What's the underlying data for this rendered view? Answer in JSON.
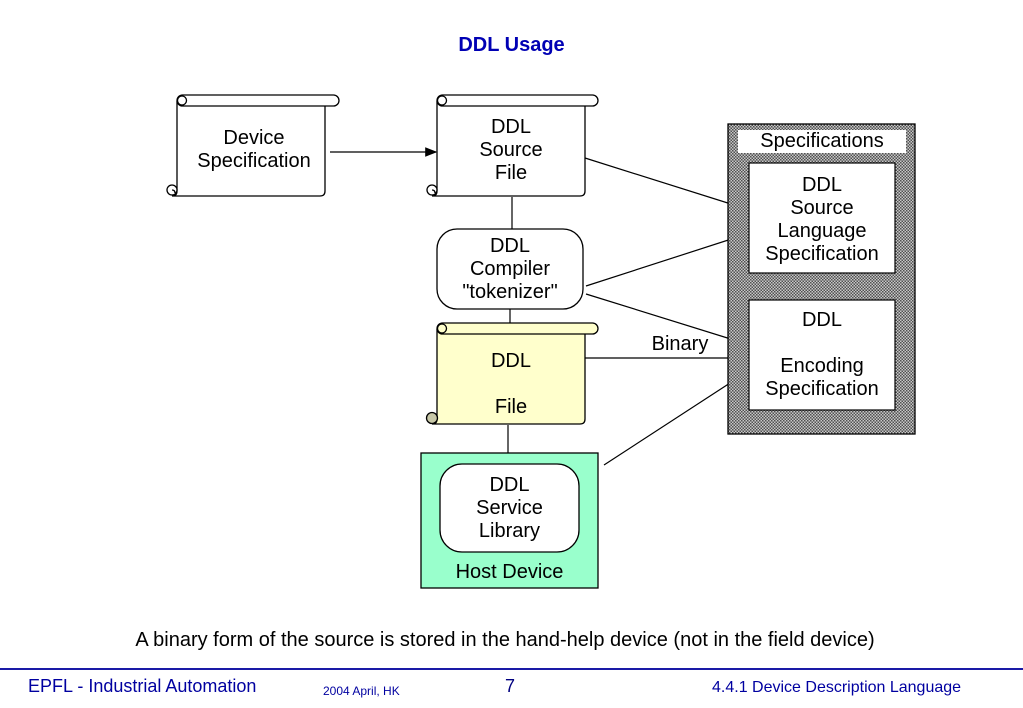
{
  "slide": {
    "title": "DDL Usage",
    "caption": "A binary form of the source is stored in the hand-help device (not in the field device)"
  },
  "diagram": {
    "nodes": {
      "device_spec": {
        "shape": "scroll",
        "lines": [
          "Device",
          "Specification"
        ]
      },
      "source_file": {
        "shape": "scroll",
        "lines": [
          "DDL",
          "Source",
          "File"
        ]
      },
      "compiler": {
        "shape": "rounded-rect",
        "lines": [
          "DDL",
          "Compiler",
          "\"tokenizer\""
        ]
      },
      "ddl_file": {
        "shape": "scroll",
        "lines": [
          "DDL",
          "",
          "File"
        ],
        "fill": "#ffffcc"
      },
      "host_device": {
        "label": "Host Device",
        "fill": "#99ffcc"
      },
      "service_library": {
        "shape": "rounded-rect",
        "lines": [
          "DDL",
          "Service",
          "Library"
        ]
      },
      "specifications": {
        "label": "Specifications",
        "pattern": "checkered-gray"
      },
      "source_lang_spec": {
        "lines": [
          "DDL",
          "Source",
          "Language",
          "Specification"
        ]
      },
      "encoding_spec": {
        "lines": [
          "DDL",
          "",
          "Encoding",
          "Specification"
        ]
      }
    },
    "edges": [
      {
        "from": "device_spec",
        "to": "source_file",
        "arrow": true
      },
      {
        "from": "source_file",
        "to": "compiler"
      },
      {
        "from": "compiler",
        "to": "ddl_file"
      },
      {
        "from": "ddl_file",
        "to": "host_device"
      },
      {
        "from": "source_file",
        "to": "source_lang_spec"
      },
      {
        "from": "compiler",
        "to": "source_lang_spec"
      },
      {
        "from": "compiler",
        "to": "encoding_spec"
      },
      {
        "from": "ddl_file",
        "to": "encoding_spec",
        "label": "Binary"
      },
      {
        "from": "host_device",
        "to": "encoding_spec"
      }
    ]
  },
  "colors": {
    "title": "#0000b4",
    "footer_text": "#0000a0",
    "footer_rule": "#1a1aa6",
    "ddl_file_fill": "#ffffcc",
    "host_device_fill": "#99ffcc",
    "pattern_dark": "#555555",
    "pattern_light": "#c8c8c8"
  },
  "footer": {
    "left": "EPFL - Industrial Automation",
    "date": "2004 April, HK",
    "page": "7",
    "right": "4.4.1 Device Description Language"
  }
}
